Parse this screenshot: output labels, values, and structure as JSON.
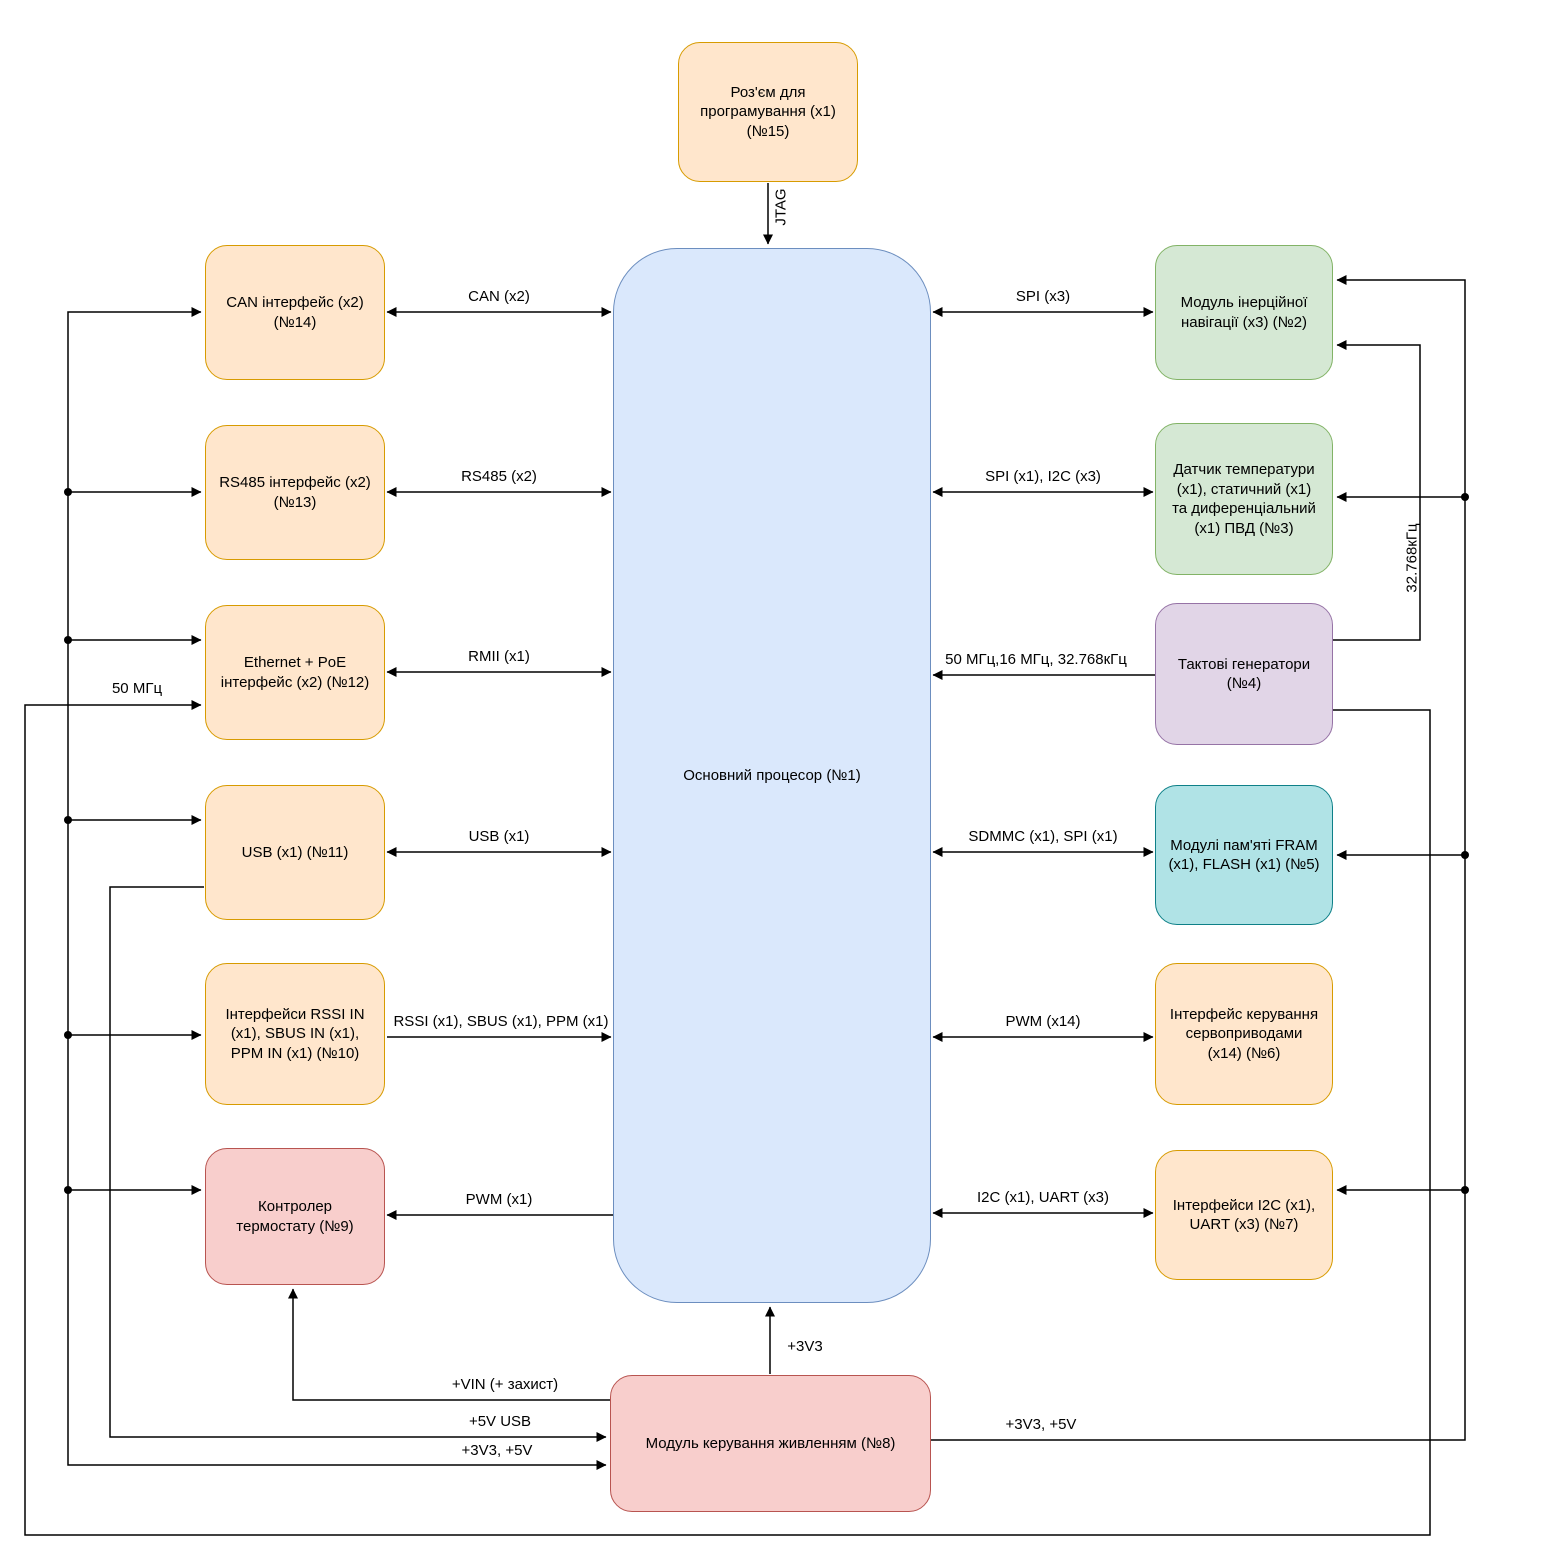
{
  "nodes": {
    "programming": {
      "label": "Роз'єм для програмування (x1) (№15)",
      "color": "orange"
    },
    "processor": {
      "label": "Основний процесор (№1)",
      "color": "blue"
    },
    "can": {
      "label": "CAN інтерфейс (x2) (№14)",
      "color": "orange"
    },
    "rs485": {
      "label": "RS485 інтерфейс (x2) (№13)",
      "color": "orange"
    },
    "ethernet": {
      "label": "Ethernet + PoE інтерфейс (x2) (№12)",
      "color": "orange"
    },
    "usb": {
      "label": "USB (x1) (№11)",
      "color": "orange"
    },
    "rssi": {
      "label": "Інтерфейси RSSI IN (x1), SBUS IN (x1), PPM IN (x1) (№10)",
      "color": "orange"
    },
    "thermostat": {
      "label": "Контролер термостату (№9)",
      "color": "red"
    },
    "imu": {
      "label": "Модуль інерційної навігації (x3) (№2)",
      "color": "green"
    },
    "sensors": {
      "label": "Датчик температури (x1), статичний (x1) та диференціальний (x1) ПВД (№3)",
      "color": "green"
    },
    "clocks": {
      "label": "Тактові генератори (№4)",
      "color": "purple"
    },
    "memory": {
      "label": "Модулі пам'яті FRAM (x1), FLASH (x1) (№5)",
      "color": "teal"
    },
    "servo": {
      "label": "Інтерфейс керування сервоприводами (x14) (№6)",
      "color": "orange"
    },
    "i2cuart": {
      "label": "Інтерфейси I2C (x1), UART (x3) (№7)",
      "color": "orange"
    },
    "power": {
      "label": "Модуль керування живленням (№8)",
      "color": "red"
    }
  },
  "edges": {
    "jtag": "JTAG",
    "can": "CAN (x2)",
    "rs485": "RS485 (x2)",
    "rmii": "RMII (x1)",
    "usb": "USB (x1)",
    "rssi": "RSSI (x1), SBUS (x1), PPM (x1)",
    "pwm_thermostat": "PWM (x1)",
    "spi3": "SPI (x3)",
    "spi_i2c": "SPI (x1), I2C (x3)",
    "clocks_out": "50 МГц,16 МГц, 32.768кГц",
    "sdmmc": "SDMMC (x1), SPI (x1)",
    "pwm14": "PWM (x14)",
    "i2c_uart": "I2C (x1), UART (x3)",
    "khz32768": "32.768кГц",
    "mhz50": "50 МГц",
    "v3v3": "+3V3",
    "vin": "+VIN (+ захист)",
    "v5_usb": "+5V USB",
    "v3v3_5v_left": "+3V3, +5V",
    "v3v3_5v_right": "+3V3, +5V"
  },
  "colors": {
    "orange_fill": "#FFE6CC",
    "orange_stroke": "#D79B00",
    "green_fill": "#D5E8D4",
    "green_stroke": "#82B366",
    "purple_fill": "#E1D5E7",
    "purple_stroke": "#9673A6",
    "teal_fill": "#B0E3E6",
    "teal_stroke": "#0E8088",
    "blue_fill": "#DAE8FC",
    "blue_stroke": "#6C8EBF",
    "red_fill": "#F8CECC",
    "red_stroke": "#B85450",
    "wire": "#000000",
    "background": "#FFFFFF"
  }
}
